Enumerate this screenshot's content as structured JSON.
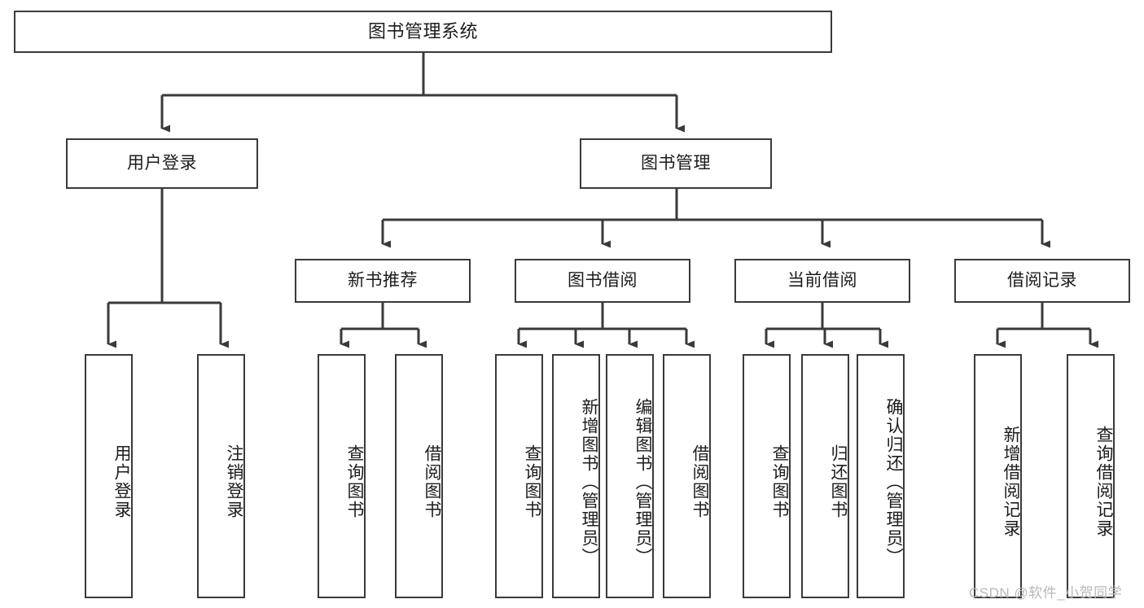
{
  "diagram": {
    "type": "tree",
    "title": "图书管理系统",
    "watermark": "CSDN @软件_小贺同学",
    "levels": {
      "root": {
        "label": "图书管理系统"
      },
      "level2": [
        {
          "label": "用户登录"
        },
        {
          "label": "图书管理"
        }
      ],
      "level3": [
        {
          "label": "新书推荐"
        },
        {
          "label": "图书借阅"
        },
        {
          "label": "当前借阅"
        },
        {
          "label": "借阅记录"
        }
      ],
      "leaves": [
        {
          "label": "用户登录",
          "parent": "用户登录"
        },
        {
          "label": "注销登录",
          "parent": "用户登录"
        },
        {
          "label": "查询图书",
          "parent": "新书推荐"
        },
        {
          "label": "借阅图书",
          "parent": "新书推荐"
        },
        {
          "label": "查询图书",
          "parent": "图书借阅"
        },
        {
          "label": "新增图书（管理员）",
          "parent": "图书借阅"
        },
        {
          "label": "编辑图书（管理员）",
          "parent": "图书借阅"
        },
        {
          "label": "借阅图书",
          "parent": "图书借阅"
        },
        {
          "label": "查询图书",
          "parent": "当前借阅"
        },
        {
          "label": "归还图书",
          "parent": "当前借阅"
        },
        {
          "label": "确认归还（管理员）",
          "parent": "当前借阅"
        },
        {
          "label": "新增借阅记录",
          "parent": "借阅记录"
        },
        {
          "label": "查询借阅记录",
          "parent": "借阅记录"
        }
      ]
    },
    "colors": {
      "stroke": "#3a3a3a",
      "fill": "#ffffff",
      "text": "#1c1c1c",
      "watermark": "#b8b8b8"
    }
  }
}
